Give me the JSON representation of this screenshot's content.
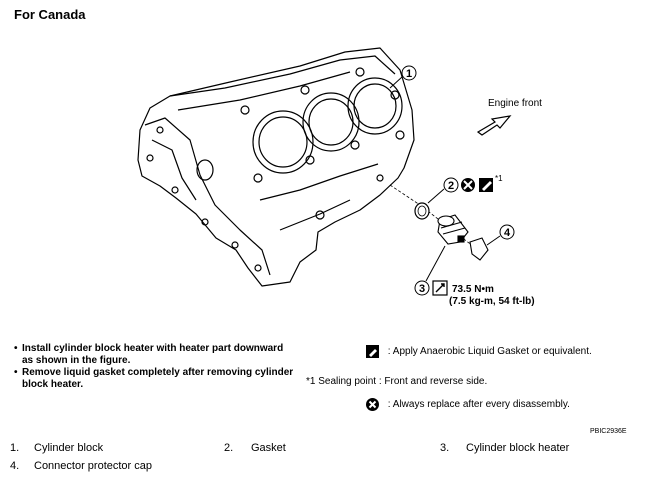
{
  "title": "For Canada",
  "engine_front_label": "Engine front",
  "callouts": {
    "c1": "1",
    "c2": "2",
    "c3": "3",
    "c4": "4",
    "note_ref": "*1"
  },
  "torque": {
    "value": "73.5 N•m",
    "alt": "(7.5 kg-m, 54 ft-lb)"
  },
  "instructions": [
    "Install cylinder block heater with heater part downward as shown in the figure.",
    "Remove liquid gasket completely after removing cylinder block heater."
  ],
  "legend": {
    "anaerobic": ": Apply Anaerobic Liquid Gasket or equivalent.",
    "sealing_point": "*1 Sealing point : Front and reverse side.",
    "replace": ": Always replace after every disassembly."
  },
  "figure_code": "PBIC2936E",
  "parts": [
    {
      "num": "1.",
      "name": "Cylinder block"
    },
    {
      "num": "2.",
      "name": "Gasket"
    },
    {
      "num": "3.",
      "name": "Cylinder block heater"
    },
    {
      "num": "4.",
      "name": "Connector protector cap"
    }
  ],
  "icons": {
    "gasket_icon": "liquid-gasket-icon",
    "replace_icon": "replace-x-icon",
    "torque_icon": "torque-wrench-icon"
  }
}
